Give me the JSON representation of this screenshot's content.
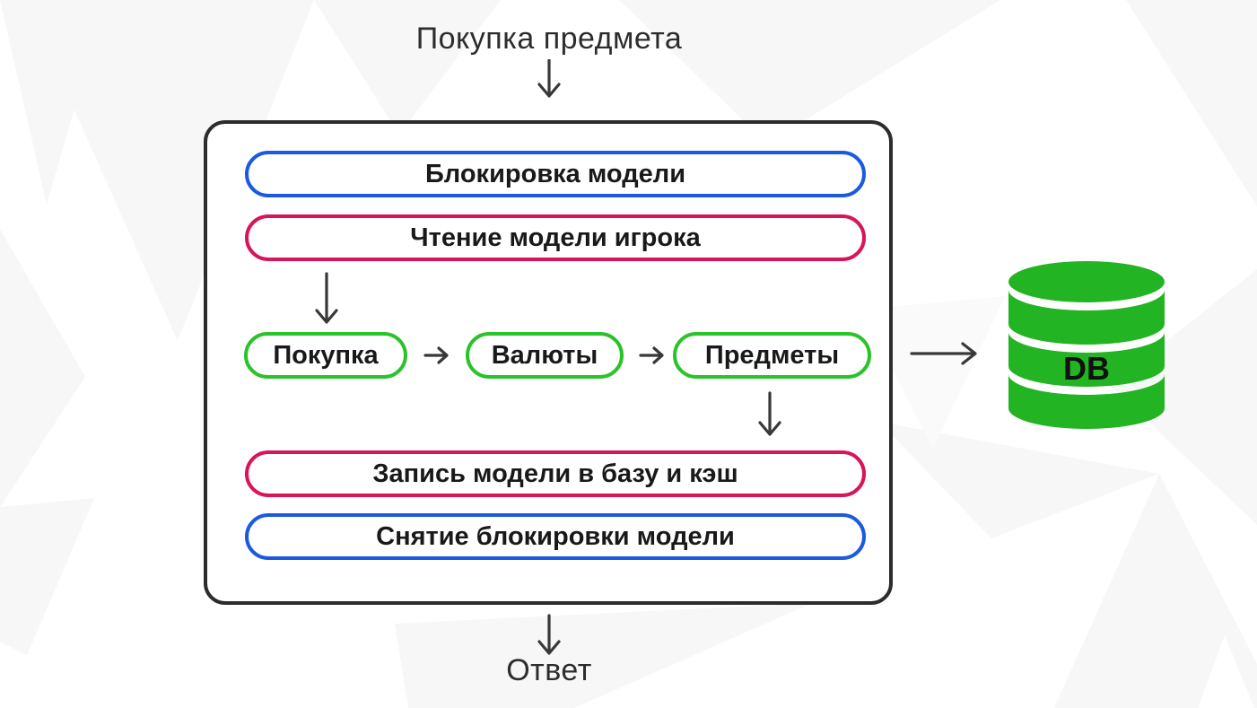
{
  "labels": {
    "input": "Покупка предмета",
    "output": "Ответ"
  },
  "process_steps": {
    "lock": "Блокировка модели",
    "read": "Чтение модели игрока",
    "write": "Запись модели в базу и кэш",
    "unlock": "Снятие блокировки модели"
  },
  "pipeline": {
    "items": [
      {
        "label": "Покупка"
      },
      {
        "label": "Валюты"
      },
      {
        "label": "Предметы"
      }
    ]
  },
  "database": {
    "label": "DB"
  },
  "icons": {
    "flow_arrow_down": "↓",
    "pipeline_arrow_right": "→"
  },
  "colors": {
    "step_lock_unlock_border": "#1b5ae0",
    "step_read_write_border": "#d8145a",
    "pipeline_border": "#2ac32a",
    "database_fill": "#22b422",
    "container_border": "#2c2c2c",
    "arrow": "#383838",
    "text": "#191919",
    "background_shape": "#f7f7f7"
  }
}
